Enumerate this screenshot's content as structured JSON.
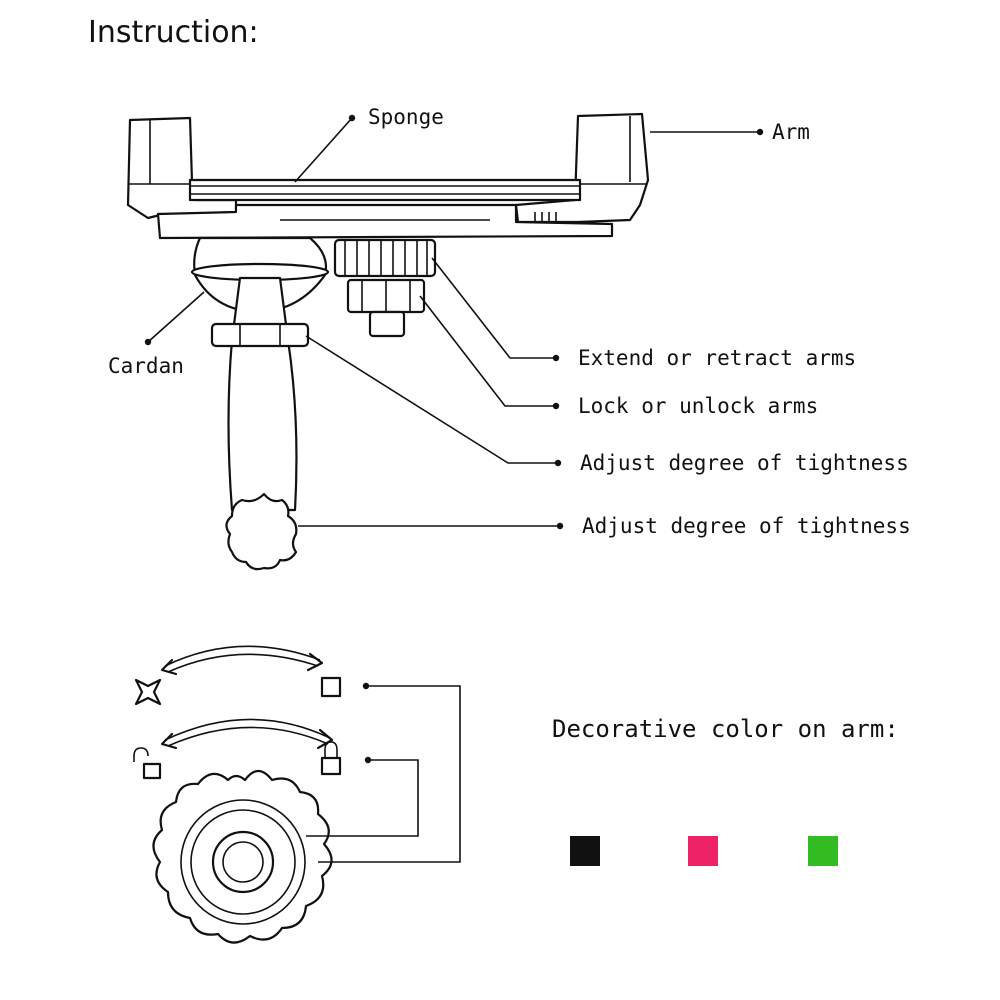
{
  "title": "Instruction:",
  "callouts": {
    "sponge": "Sponge",
    "arm": "Arm",
    "cardan": "Cardan",
    "extend": "Extend or retract arms",
    "lock": "Lock or unlock arms",
    "tight1": "Adjust degree of tightness",
    "tight2": "Adjust degree of tightness"
  },
  "colors_section": {
    "heading": "Decorative color on arm:",
    "swatches": [
      {
        "name": "black",
        "color": "#111111"
      },
      {
        "name": "pink",
        "color": "#ee2266"
      },
      {
        "name": "green",
        "color": "#33bb22"
      }
    ]
  }
}
